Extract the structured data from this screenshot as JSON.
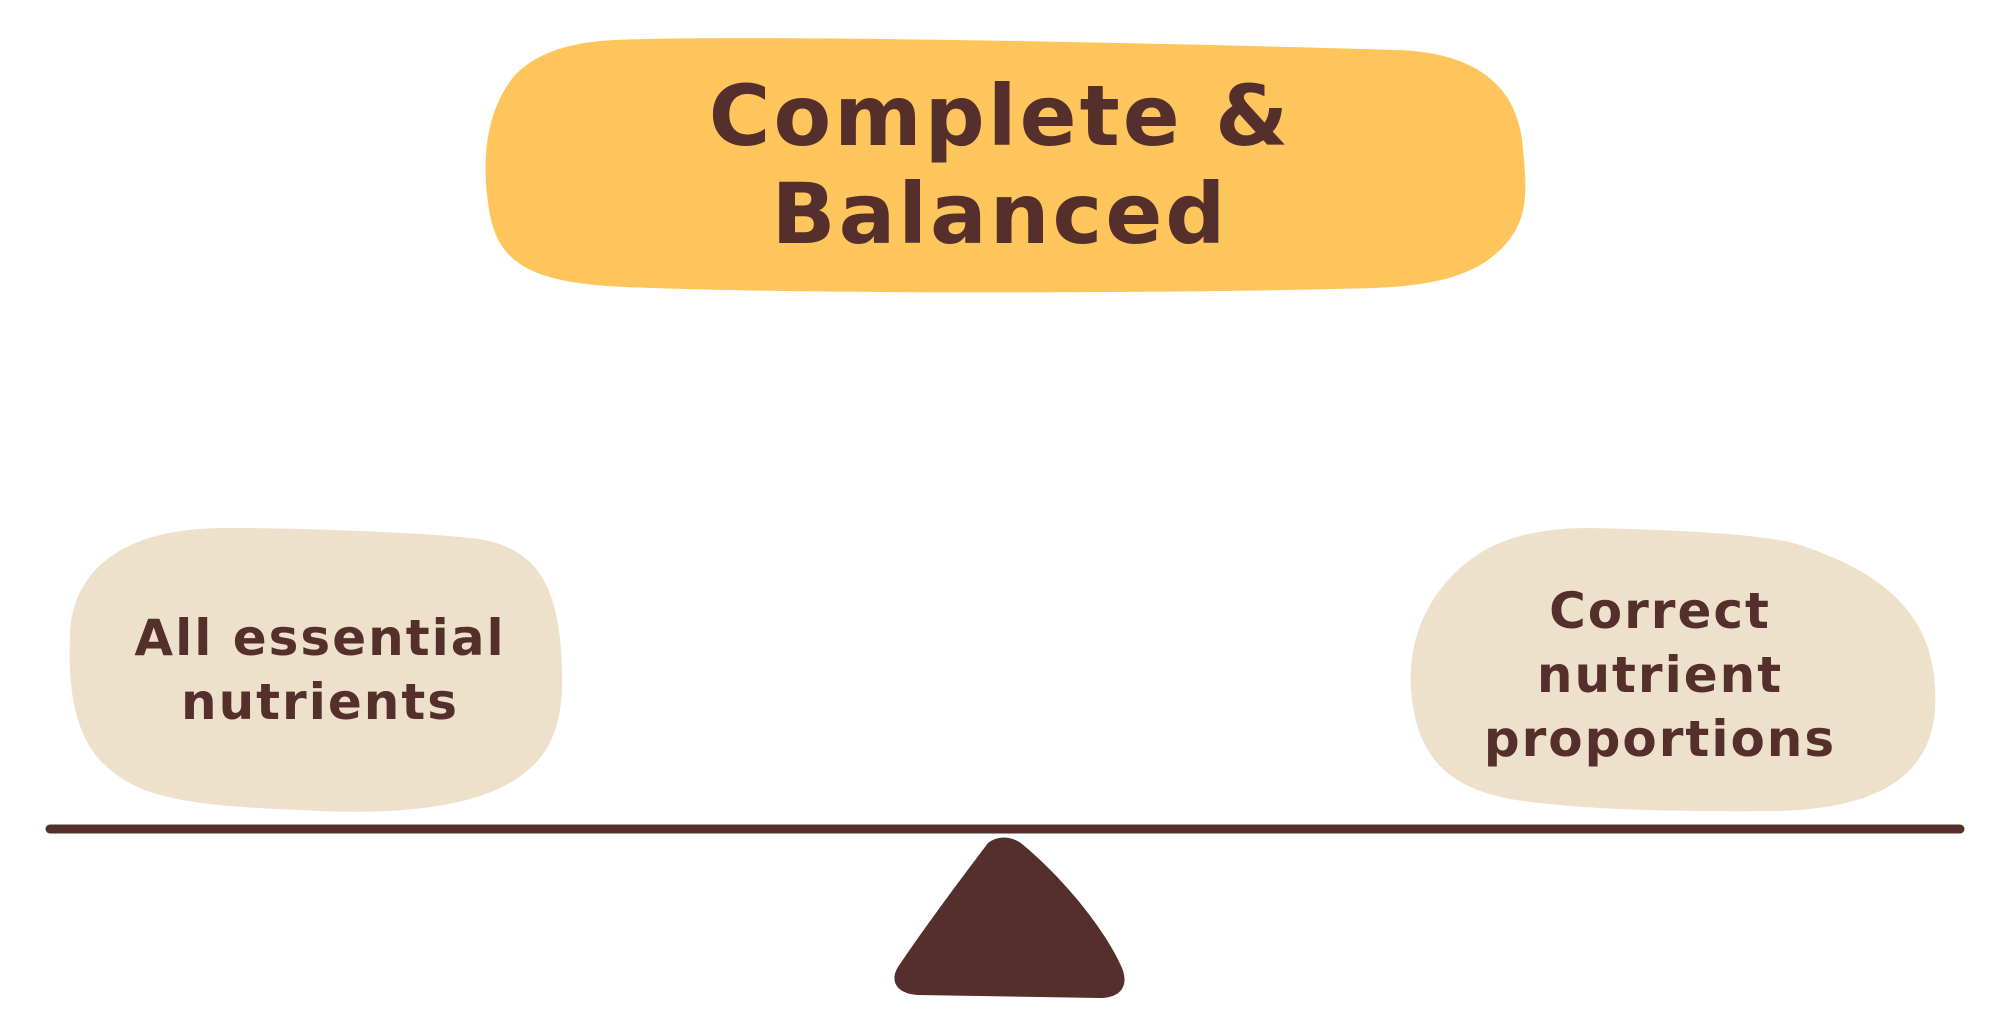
{
  "title": "Complete & Balanced",
  "left_pan": {
    "line1": "All essential",
    "line2": "nutrients"
  },
  "right_pan": {
    "line1": "Correct nutrient",
    "line2": "proportions"
  },
  "colors": {
    "background": "#ffffff",
    "title_blob": "#fdc55c",
    "pan_blob": "#ede1cb",
    "text": "#552f2b",
    "beam": "#552f2b",
    "fulcrum": "#552f2b"
  }
}
